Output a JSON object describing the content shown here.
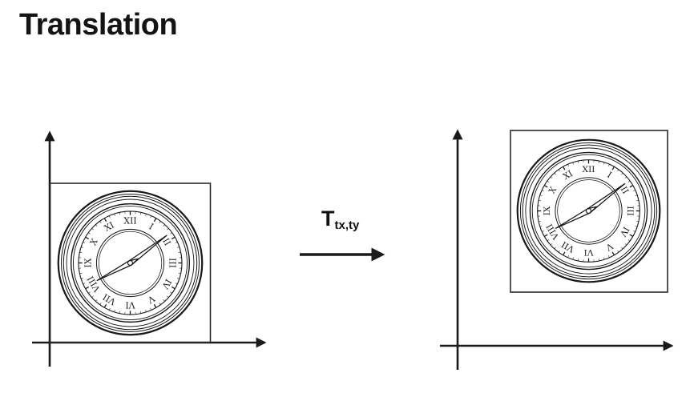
{
  "slide": {
    "title": "Translation"
  },
  "transform": {
    "symbol": "T",
    "subscript": "tx,ty"
  },
  "clock": {
    "numerals": [
      "XII",
      "I",
      "II",
      "III",
      "IV",
      "V",
      "VI",
      "VII",
      "VIII",
      "IX",
      "X",
      "XI"
    ]
  },
  "colors": {
    "ink": "#1a1a1a",
    "background": "#ffffff"
  }
}
